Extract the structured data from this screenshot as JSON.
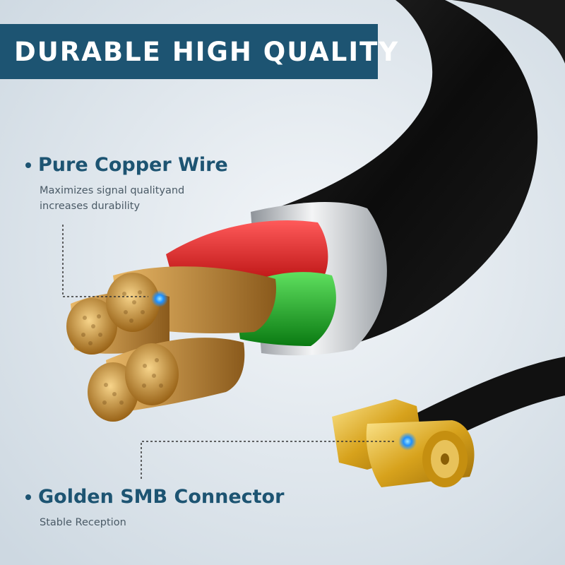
{
  "banner": {
    "title": "DURABLE HIGH QUALITY"
  },
  "features": [
    {
      "title": "Pure Copper Wire",
      "description_lines": [
        "Maximizes signal qualityand",
        "increases durability"
      ],
      "icon": "bullet-dot"
    },
    {
      "title": "Golden SMB Connector",
      "description_lines": [
        "Stable Reception"
      ],
      "icon": "bullet-dot"
    }
  ],
  "colors": {
    "banner": "#1d5472",
    "title_text": "#1d5472",
    "copper": "#d8a04c",
    "cable_jacket": "#111111",
    "highlight_dot": "#1e90ff"
  }
}
